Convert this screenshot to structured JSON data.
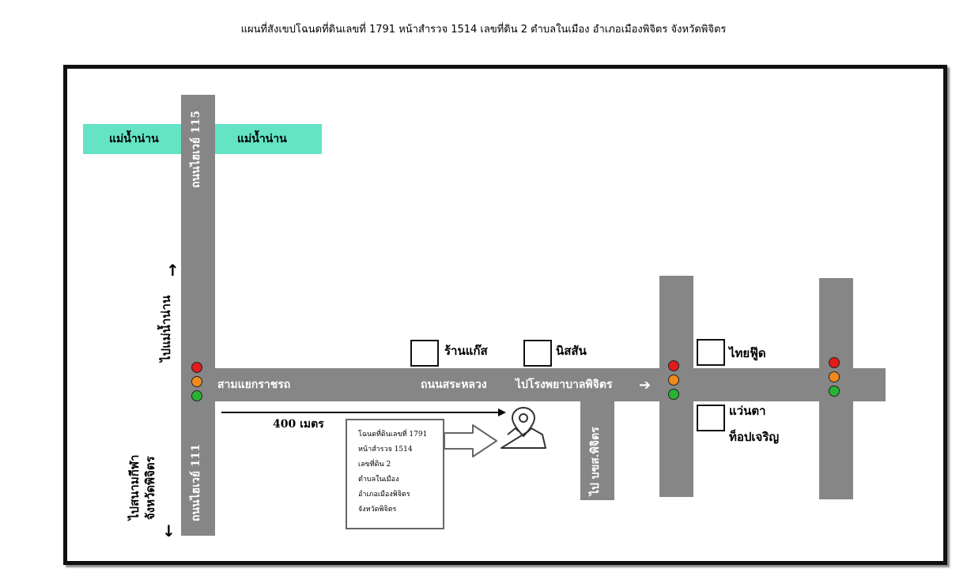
{
  "title": "แผนที่สังเขปโฉนดที่ดินเลขที่ 1791 หน้าสำรวจ 1514 เลขที่ดิน 2 ตำบลในเมือง  อำเภอเมืองพิจิตร  จังหวัดพิจิตร",
  "river": {
    "left_label": "แม่น้ำน่าน",
    "right_label": "แม่น้ำน่าน"
  },
  "roads": {
    "vertical_top": "ถนนไฮเวย์ 115",
    "vertical_bottom": "ถนนไฮเวย์ 111",
    "main_left": "สามแยกราชรถ",
    "main_mid": "ถนนสระหลวง",
    "main_right": "ไปโรงพยาบาลพิจิตร",
    "branch_down": "ไป บขส.พิจิตร"
  },
  "directions": {
    "to_river": "ไปแม่น้ำน่าน",
    "to_stadium_line1": "ไปสนามกีฬา",
    "to_stadium_line2": "จังหวัดพิจิตร",
    "up_arrow": "↑",
    "down_arrow": "↓",
    "right_arrow": "➔"
  },
  "distance_label": "400 เมตร",
  "landmarks": {
    "gas_shop": "ร้านแก๊ส",
    "nissan": "นิสสัน",
    "thai_food": "ไทยฟู๊ด",
    "optical_line1": "แว่นตา",
    "optical_line2": "ท็อปเจริญ"
  },
  "note_lines": [
    "โฉนดที่ดินเลขที่ 1791",
    "หน้าสำรวจ 1514",
    "เลขที่ดิน 2",
    "ตำบลในเมือง",
    "อำเภอเมืองพิจิตร",
    "จังหวัดพิจิตร"
  ],
  "icons": {
    "location": "map-pin-icon",
    "traffic_light": "traffic-light-icon"
  },
  "colors": {
    "road": "#868686",
    "river": "#64e3c5",
    "frame": "#111111"
  }
}
